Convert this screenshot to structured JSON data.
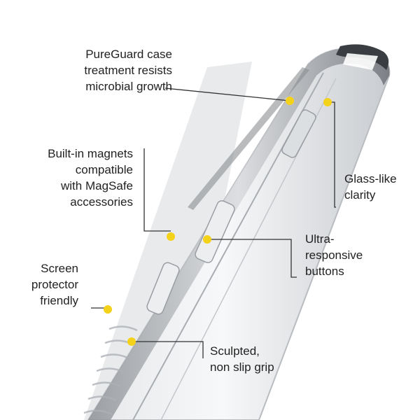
{
  "features": [
    {
      "id": "pureguard",
      "text": "PureGuard case\ntreatment resists\nmicrobial growth"
    },
    {
      "id": "magnets",
      "text": "Built-in magnets\ncompatible\nwith MagSafe\naccessories"
    },
    {
      "id": "screen",
      "text": "Screen\nprotector\nfriendly"
    },
    {
      "id": "glass",
      "text": "Glass-like\nclarity"
    },
    {
      "id": "buttons",
      "text": "Ultra-\nresponsive\nbuttons"
    },
    {
      "id": "grip",
      "text": "Sculpted,\nnon slip grip"
    }
  ],
  "colors": {
    "marker": "#f4d21a",
    "leader_line": "#333333",
    "text": "#222222"
  }
}
